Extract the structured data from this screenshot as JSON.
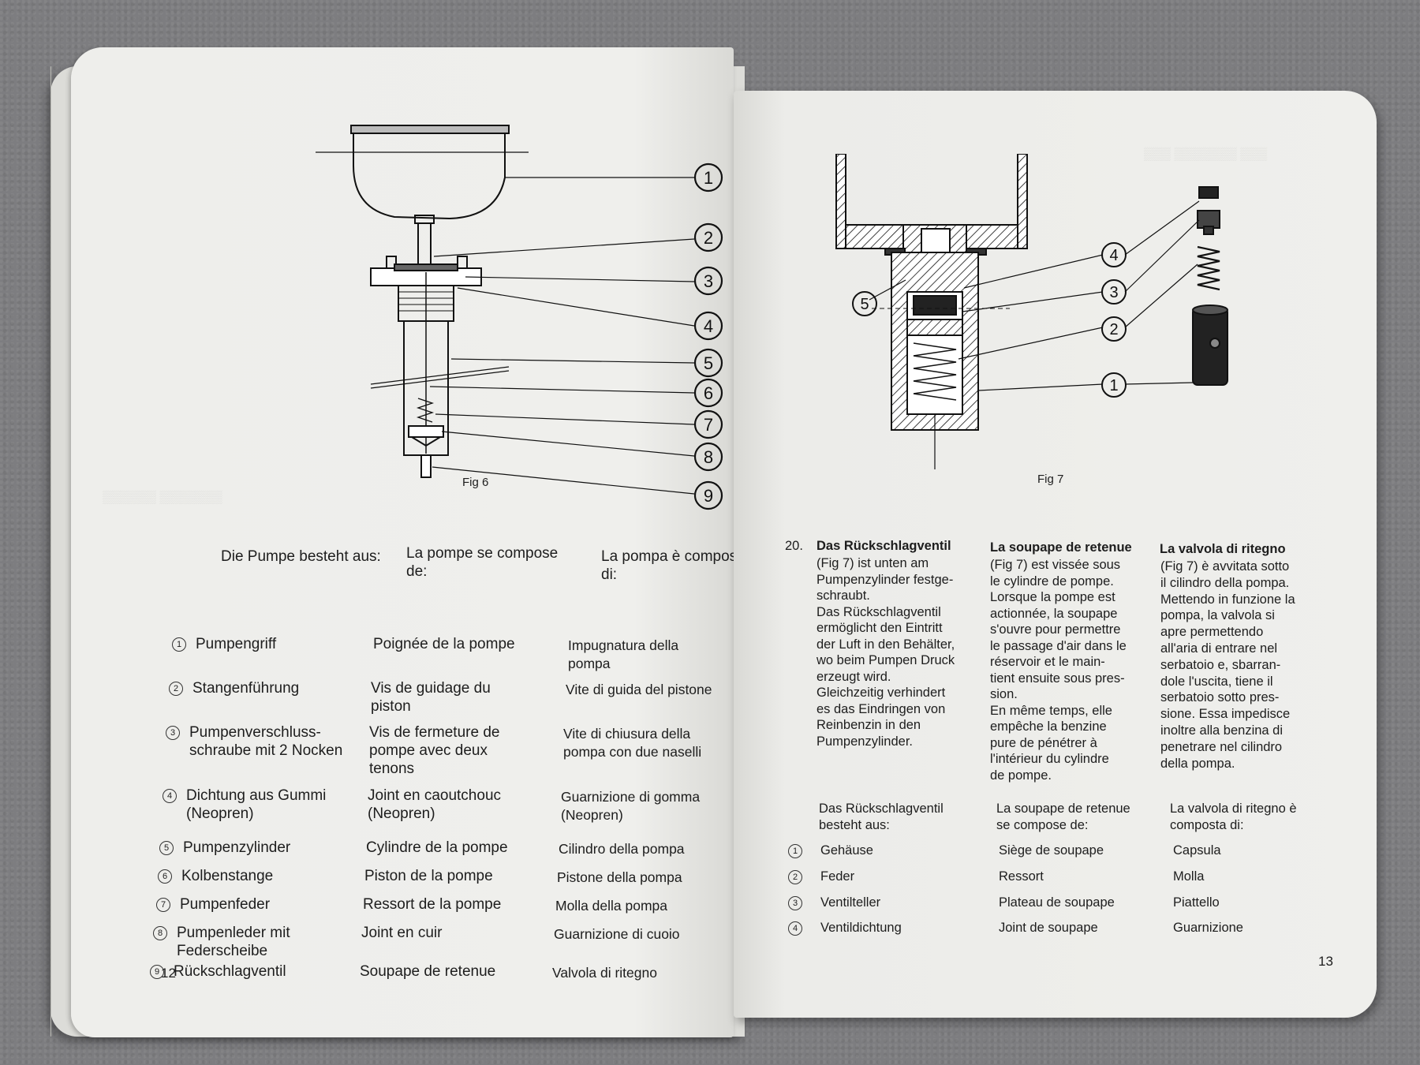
{
  "left_page": {
    "fig_label": "Fig 6",
    "callouts": [
      "1",
      "2",
      "3",
      "4",
      "5",
      "6",
      "7",
      "8",
      "9"
    ],
    "header": {
      "de": "Die Pumpe besteht aus:",
      "fr": [
        "La pompe se compose",
        "de:"
      ],
      "it": [
        "La pompa è composta",
        "di:"
      ]
    },
    "parts": [
      {
        "num": "1",
        "de": [
          "Pumpengriff"
        ],
        "fr": [
          "Poignée de la pompe"
        ],
        "it": [
          "Impugnatura della",
          "pompa"
        ]
      },
      {
        "num": "2",
        "de": [
          "Stangenführung"
        ],
        "fr": [
          "Vis de guidage du",
          "piston"
        ],
        "it": [
          "Vite di guida del pistone"
        ]
      },
      {
        "num": "3",
        "de": [
          "Pumpenverschluss-",
          "schraube mit 2 Nocken"
        ],
        "fr": [
          "Vis de fermeture de",
          "pompe avec deux",
          "tenons"
        ],
        "it": [
          "Vite di chiusura della",
          "pompa con due naselli"
        ]
      },
      {
        "num": "4",
        "de": [
          "Dichtung aus Gummi",
          "(Neopren)"
        ],
        "fr": [
          "Joint en caoutchouc",
          "(Neopren)"
        ],
        "it": [
          "Guarnizione di gomma",
          "(Neopren)"
        ]
      },
      {
        "num": "5",
        "de": [
          "Pumpenzylinder"
        ],
        "fr": [
          "Cylindre de la pompe"
        ],
        "it": [
          "Cilindro della pompa"
        ]
      },
      {
        "num": "6",
        "de": [
          "Kolbenstange"
        ],
        "fr": [
          "Piston de la pompe"
        ],
        "it": [
          "Pistone della pompa"
        ]
      },
      {
        "num": "7",
        "de": [
          "Pumpenfeder"
        ],
        "fr": [
          "Ressort de la pompe"
        ],
        "it": [
          "Molla della pompa"
        ]
      },
      {
        "num": "8",
        "de": [
          "Pumpenleder mit",
          "Federscheibe"
        ],
        "fr": [
          "Joint en cuir"
        ],
        "it": [
          "Guarnizione di cuoio"
        ]
      },
      {
        "num": "9",
        "de": [
          "Rückschlagventil"
        ],
        "fr": [
          "Soupape de retenue"
        ],
        "it": [
          "Valvola di ritegno"
        ]
      }
    ],
    "page_number": "12"
  },
  "right_page": {
    "fig_label": "Fig 7",
    "callouts": [
      "1",
      "2",
      "3",
      "4",
      "5"
    ],
    "section_number": "20.",
    "de": {
      "title": "Das Rückschlagventil",
      "lines": [
        "(Fig 7) ist unten am",
        "Pumpenzylinder festge-",
        "schraubt.",
        "Das Rückschlagventil",
        "ermöglicht den Eintritt",
        "der Luft in den Behälter,",
        "wo beim Pumpen Druck",
        "erzeugt wird.",
        "Gleichzeitig verhindert",
        "es das Eindringen von",
        "Reinbenzin in den",
        "Pumpenzylinder."
      ]
    },
    "fr": {
      "title": "La soupape de retenue",
      "lines": [
        "(Fig 7) est vissée sous",
        "le cylindre de pompe.",
        "Lorsque la pompe est",
        "actionnée, la soupape",
        "s'ouvre pour permettre",
        "le passage d'air dans le",
        "réservoir et le main-",
        "tient ensuite sous pres-",
        "sion.",
        "En même temps, elle",
        "empêche la benzine",
        "pure de pénétrer à",
        "l'intérieur du cylindre",
        "de pompe."
      ]
    },
    "it": {
      "title": "La valvola di ritegno",
      "lines": [
        "(Fig 7) è avvitata sotto",
        "il cilindro della pompa.",
        "Mettendo in funzione la",
        "pompa, la valvola si",
        "apre permettendo",
        "all'aria di entrare nel",
        "serbatoio e, sbarran-",
        "dole l'uscita, tiene il",
        "serbatoio sotto pres-",
        "sione. Essa impedisce",
        "inoltre alla benzina di",
        "penetrare nel cilindro",
        "della pompa."
      ]
    },
    "header": {
      "de": [
        "Das Rückschlagventil",
        "besteht aus:"
      ],
      "fr": [
        "La soupape de retenue",
        "se compose de:"
      ],
      "it": [
        "La valvola di ritegno è",
        "composta di:"
      ]
    },
    "parts": [
      {
        "num": "1",
        "de": "Gehäuse",
        "fr": "Siège de soupape",
        "it": "Capsula"
      },
      {
        "num": "2",
        "de": "Feder",
        "fr": "Ressort",
        "it": "Molla"
      },
      {
        "num": "3",
        "de": "Ventilteller",
        "fr": "Plateau de soupape",
        "it": "Piattello"
      },
      {
        "num": "4",
        "de": "Ventildichtung",
        "fr": "Joint de soupape",
        "it": "Guarnizione"
      }
    ],
    "page_number": "13"
  }
}
